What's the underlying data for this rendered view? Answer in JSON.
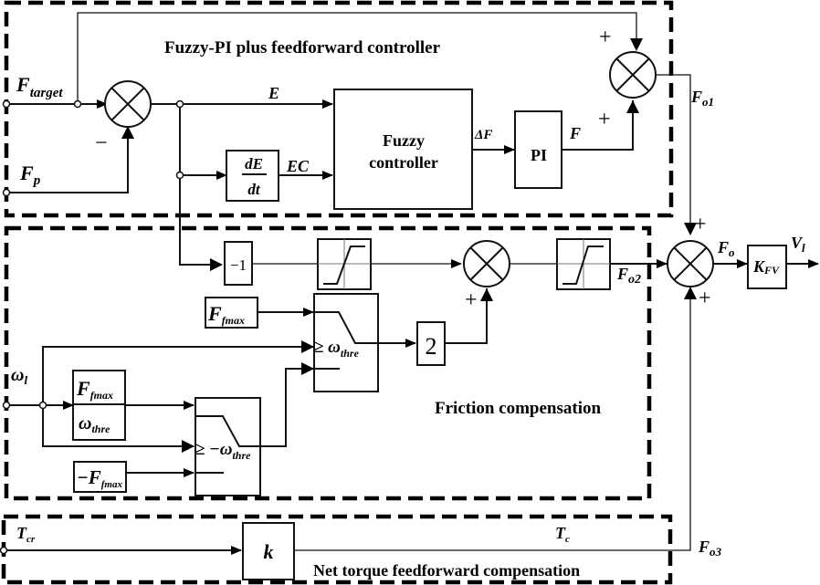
{
  "sections": {
    "fuzzy_pi": "Fuzzy-PI plus feedforward controller",
    "friction": "Friction compensation",
    "net_torque": "Net torque feedforward compensation"
  },
  "signals": {
    "f_target_main": "F",
    "f_target_sub": "target",
    "f_p_main": "F",
    "f_p_sub": "p",
    "e": "E",
    "ec": "EC",
    "delta_f": "ΔF",
    "f": "F",
    "f_o1_main": "F",
    "f_o1_sub": "o1",
    "f_o2_main": "F",
    "f_o2_sub": "o2",
    "f_o3_main": "F",
    "f_o3_sub": "o3",
    "f_o_main": "F",
    "f_o_sub": "o",
    "v_l_main": "V",
    "v_l_sub": "l",
    "omega_l_main": "ω",
    "omega_l_sub": "l",
    "t_cr_main": "T",
    "t_cr_sub": "cr",
    "t_c_main": "T",
    "t_c_sub": "c"
  },
  "signs": {
    "minus": "−",
    "plus": "+"
  },
  "blocks": {
    "derivative_num": "dE",
    "derivative_den": "dt",
    "fuzzy_line1": "Fuzzy",
    "fuzzy_line2": "controller",
    "pi": "PI",
    "neg_one": "−1",
    "gain_two": "2",
    "kfv_main": "K",
    "kfv_sub": "FV",
    "k": "k",
    "ffmax_main": "F",
    "ffmax_sub": "fmax",
    "neg_ffmax_main": "−F",
    "neg_ffmax_sub": "fmax",
    "sat_ffmax_main": "F",
    "sat_ffmax_sub": "fmax",
    "sat_omega_main": "ω",
    "sat_omega_sub": "thre",
    "switch1_cond_main": "≥ ω",
    "switch1_cond_sub": "thre",
    "switch2_cond_main": "≥ −ω",
    "switch2_cond_sub": "thre"
  }
}
